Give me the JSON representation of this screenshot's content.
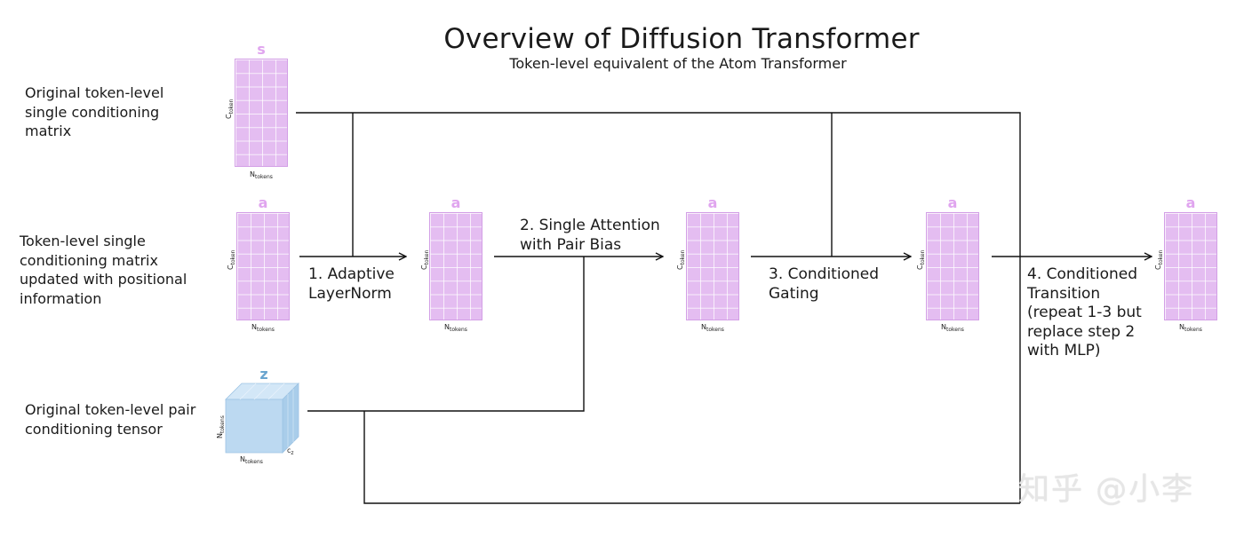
{
  "title": "Overview of Diffusion Transformer",
  "subtitle": "Token-level equivalent of the Atom Transformer",
  "row_labels": {
    "s_label": "Original token-level single conditioning matrix",
    "a_label": "Token-level single conditioning matrix updated with positional information",
    "z_label": "Original token-level pair conditioning tensor"
  },
  "steps": {
    "step1": "1. Adaptive LayerNorm",
    "step2": "2. Single Attention with Pair Bias",
    "step3": "3. Conditioned Gating",
    "step4": "4. Conditioned Transition (repeat 1-3 but replace step 2 with MLP)"
  },
  "symbols": {
    "s": "s",
    "a": "a",
    "z": "z"
  },
  "axis_labels": {
    "c_token": "C",
    "c_token_sub": "token",
    "n_tokens": "N",
    "n_tokens_sub": "tokens",
    "c_z": "c",
    "c_z_sub": "z"
  },
  "colors": {
    "matrix_fill": "#e4bdf1",
    "symbol_pink": "#e0a5ef",
    "tensor_fill": "#bcd9f1",
    "symbol_blue": "#6aa5cf",
    "line": "#111111"
  },
  "watermark": "知乎 @小李"
}
